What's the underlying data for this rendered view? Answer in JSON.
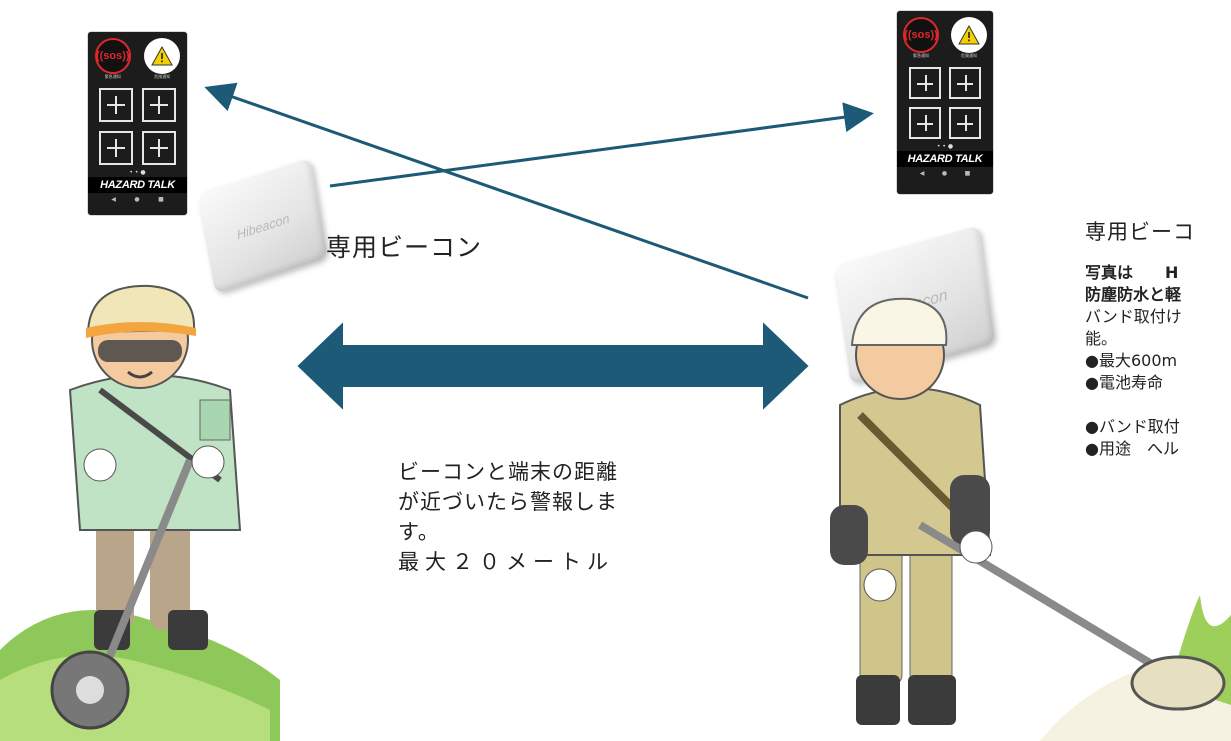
{
  "phone_app": {
    "sos_label": "((sos))",
    "sos_caption": "緊急通知",
    "warn_caption": "危険通知",
    "page_dots": "• • ●",
    "brand": "HAZARD TALK",
    "nav": [
      "◀",
      "●",
      "■"
    ]
  },
  "beacon": {
    "logo_text": "Hibeacon"
  },
  "labels": {
    "beacon_label": "専用ビーコン",
    "distance_text": [
      "ビーコンと端末の距離",
      "が近づいたら警報しま",
      "す。",
      "最大２０メートル"
    ]
  },
  "side_panel": {
    "title": "専用ビーコ",
    "bold_lines": [
      "写真は　　H",
      "防塵防水と軽"
    ],
    "body_lines": [
      "バンド取付け",
      "能。",
      "●最大600m",
      "●電池寿命",
      "",
      "●バンド取付",
      "●用途　へル"
    ]
  },
  "colors": {
    "arrow": "#1c5a78",
    "arrow_outline": "#ffffff"
  }
}
